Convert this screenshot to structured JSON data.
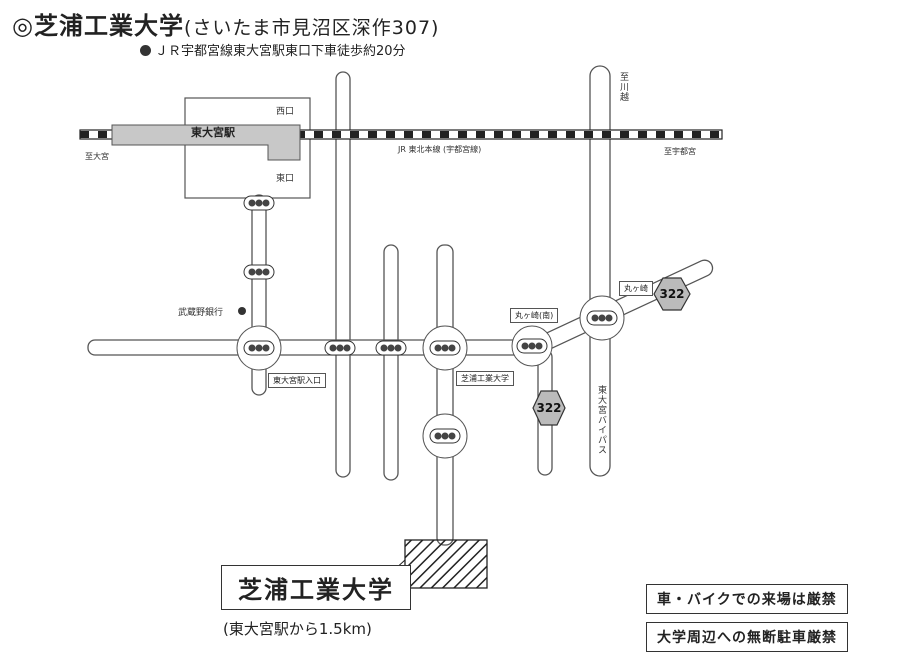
{
  "header": {
    "title": "◎芝浦工業大学",
    "address": "(さいたま市見沼区深作307)",
    "access": "ＪＲ宇都宮線東大宮駅東口下車徒歩約20分"
  },
  "station": {
    "name": "東大宮駅",
    "west_exit": "西口",
    "east_exit": "東口"
  },
  "rail": {
    "line_label": "JR 東北本線 (宇都宮線)",
    "to_omiya": "至大宮",
    "to_utsunomiya": "至宇都宮"
  },
  "roads": {
    "to_kawagoe": "至川越",
    "bypass": "東大宮バイパス",
    "route_number": "322"
  },
  "landmarks": {
    "bank": "武蔵野銀行",
    "intersection_station": "東大宮駅入口",
    "intersection_univ": "芝浦工業大学",
    "intersection_marugasaki_south": "丸ヶ崎(南)",
    "intersection_marugasaki": "丸ヶ崎"
  },
  "campus": {
    "name": "芝浦工業大学",
    "distance": "(東大宮駅から1.5km)"
  },
  "notices": [
    "車・バイクでの来場は厳禁",
    "大学周辺への無断駐車厳禁"
  ]
}
